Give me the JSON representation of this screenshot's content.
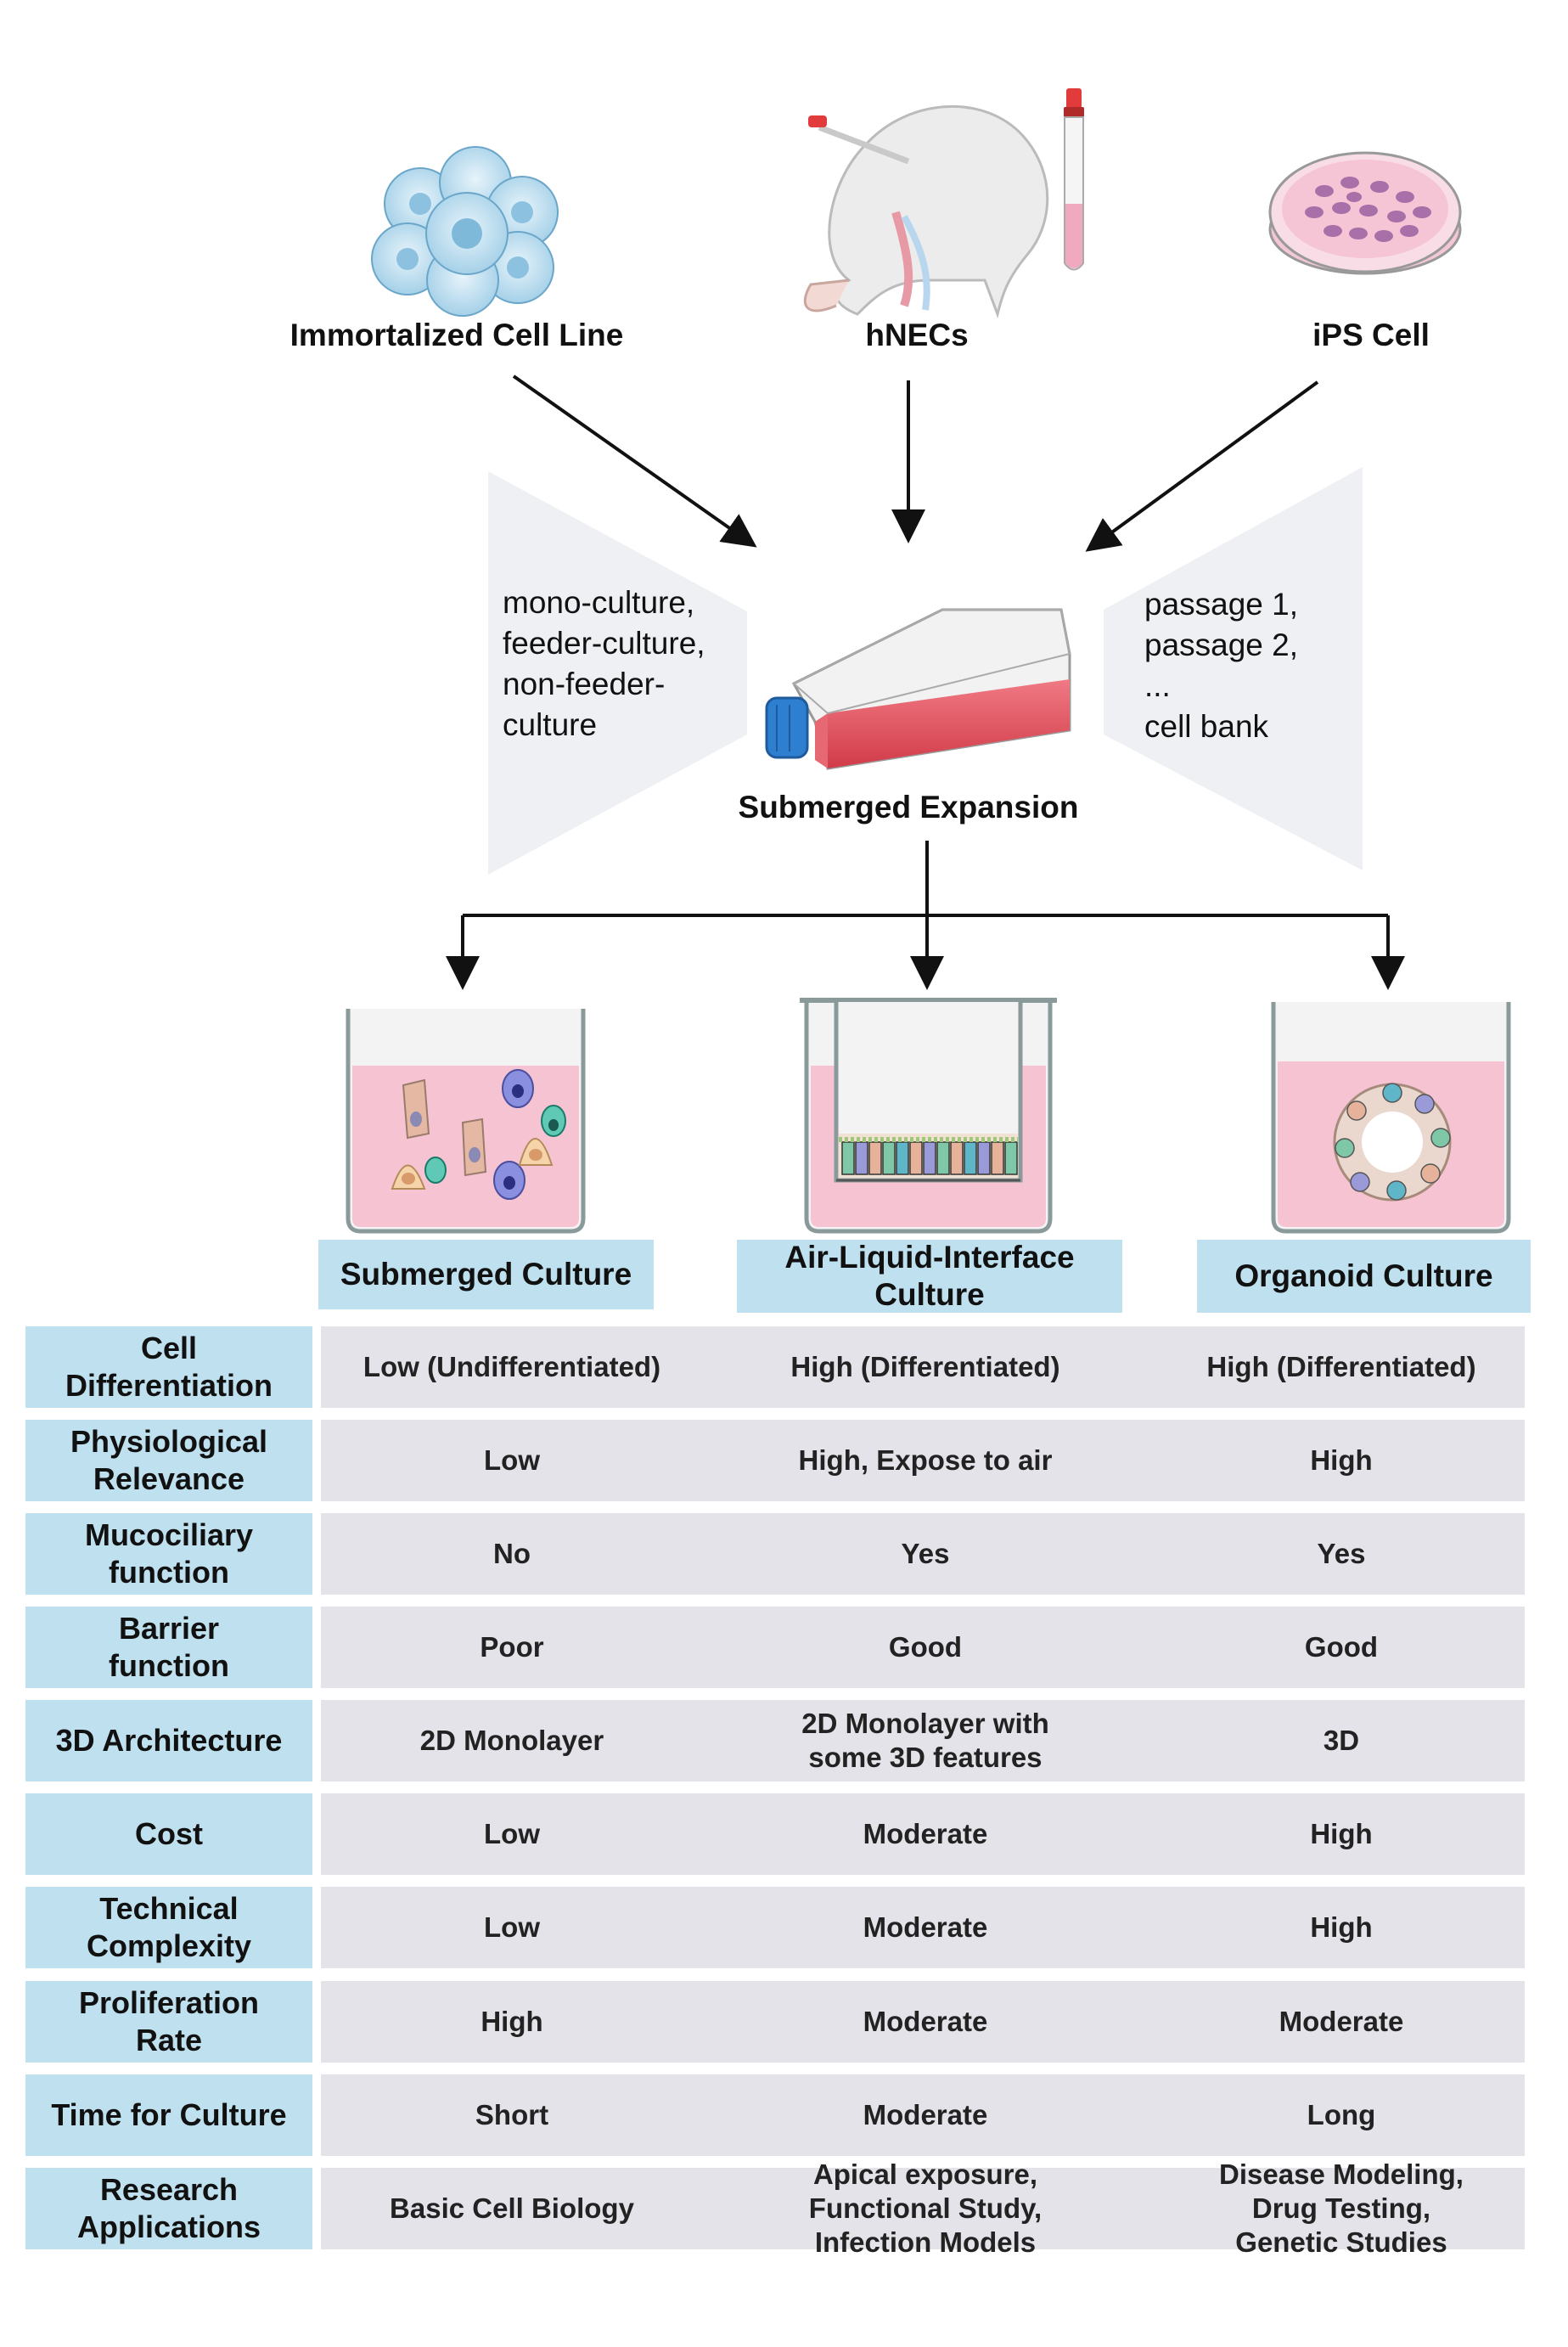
{
  "sources": {
    "immortalized": "Immortalized Cell Line",
    "hnecs": "hNECs",
    "ips": "iPS Cell"
  },
  "expansion": {
    "left_text": [
      "mono-culture,",
      "feeder-culture,",
      "non-feeder-",
      "culture"
    ],
    "right_text": [
      "passage 1,",
      "passage 2,",
      "...",
      "cell bank"
    ],
    "label": "Submerged Expansion"
  },
  "columns": [
    "Submerged Culture",
    "Air-Liquid-Interface\nCulture",
    "Organoid Culture"
  ],
  "table": {
    "rows": [
      {
        "label": "Cell\nDifferentiation",
        "values": [
          "Low (Undifferentiated)",
          "High (Differentiated)",
          "High (Differentiated)"
        ]
      },
      {
        "label": "Physiological\nRelevance",
        "values": [
          "Low",
          "High, Expose to air",
          "High"
        ]
      },
      {
        "label": "Mucociliary\nfunction",
        "values": [
          "No",
          "Yes",
          "Yes"
        ]
      },
      {
        "label": "Barrier\nfunction",
        "values": [
          "Poor",
          "Good",
          "Good"
        ]
      },
      {
        "label": "3D Architecture",
        "values": [
          "2D Monolayer",
          "2D Monolayer with\nsome 3D features",
          "3D"
        ]
      },
      {
        "label": "Cost",
        "values": [
          "Low",
          "Moderate",
          "High"
        ]
      },
      {
        "label": "Technical\nComplexity",
        "values": [
          "Low",
          "Moderate",
          "High"
        ]
      },
      {
        "label": "Proliferation\nRate",
        "values": [
          "High",
          "Moderate",
          "Moderate"
        ]
      },
      {
        "label": "Time for Culture",
        "values": [
          "Short",
          "Moderate",
          "Long"
        ]
      },
      {
        "label": "Research\nApplications",
        "values": [
          "Basic Cell Biology",
          "Apical exposure,\nFunctional Study,\nInfection Models",
          "Disease Modeling,\nDrug Testing,\nGenetic Studies"
        ]
      }
    ]
  },
  "colors": {
    "header_blue": "#bfe0ee",
    "row_gray": "#e3e3e9",
    "media_pink": "#f6c3d3",
    "flask_red": "#e2545f",
    "cap_blue": "#2f7fd0",
    "fan_gray": "#eef0f3"
  },
  "icons": [
    "cell-cluster-icon",
    "nasal-swab-head-icon",
    "test-tube-icon",
    "petri-dish-icon",
    "culture-flask-icon",
    "submerged-well-icon",
    "transwell-icon",
    "organoid-well-icon"
  ]
}
